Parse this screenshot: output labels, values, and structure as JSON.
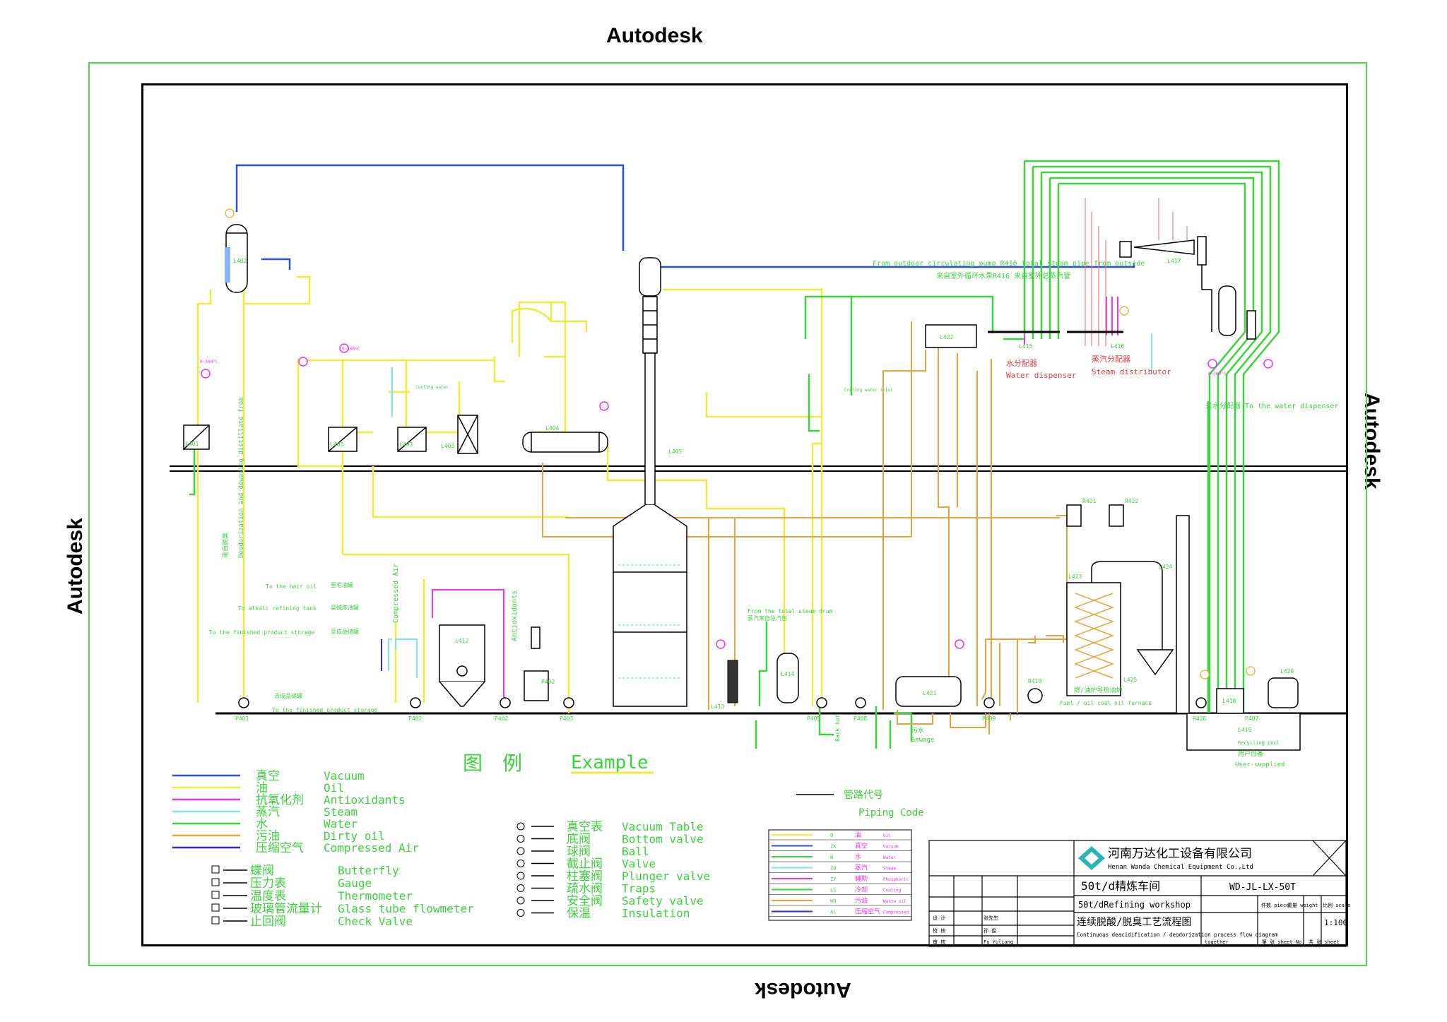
{
  "watermark": "Autodesk",
  "legend": {
    "title_cn": "图　例",
    "title_en": "Example",
    "lines": [
      {
        "cn": "真空",
        "en": "Vacuum",
        "color": "#2952d6"
      },
      {
        "cn": "油",
        "en": "Oil",
        "color": "#f0ea3a"
      },
      {
        "cn": "抗氧化剂",
        "en": "Antioxidants",
        "color": "#f032f0"
      },
      {
        "cn": "蒸汽",
        "en": "Steam",
        "color": "#7ee0f0"
      },
      {
        "cn": "水",
        "en": "Water",
        "color": "#3cd23c"
      },
      {
        "cn": "污油",
        "en": "Dirty oil",
        "color": "#e8a23c"
      },
      {
        "cn": "压缩空气",
        "en": "Compressed Air",
        "color": "#2a2ad8"
      }
    ],
    "symbols_left": [
      {
        "cn": "蝶阀",
        "en": "Butterfly"
      },
      {
        "cn": "压力表",
        "en": "Gauge"
      },
      {
        "cn": "温度表",
        "en": "Thermometer"
      },
      {
        "cn": "玻璃管流量计",
        "en": "Glass tube flowmeter"
      },
      {
        "cn": "止回阀",
        "en": "Check Valve"
      }
    ],
    "symbols_right": [
      {
        "cn": "真空表",
        "en": "Vacuum Table"
      },
      {
        "cn": "底阀",
        "en": "Bottom valve"
      },
      {
        "cn": "球阀",
        "en": "Ball"
      },
      {
        "cn": "截止阀",
        "en": "Valve"
      },
      {
        "cn": "柱塞阀",
        "en": "Plunger valve"
      },
      {
        "cn": "疏水阀",
        "en": "Traps"
      },
      {
        "cn": "安全阀",
        "en": "Safety valve"
      },
      {
        "cn": "保温",
        "en": "Insulation"
      }
    ]
  },
  "piping_code": {
    "title_cn": "管路代号",
    "title_en": "Piping Code",
    "rows": [
      {
        "code": "O",
        "cn": "油",
        "en": "Oil",
        "color": "#f0ea3a"
      },
      {
        "code": "ZK",
        "cn": "真空",
        "en": "Vacuum",
        "color": "#2952d6"
      },
      {
        "code": "W",
        "cn": "水",
        "en": "Water",
        "color": "#3cd23c"
      },
      {
        "code": "ZQ",
        "cn": "蒸汽",
        "en": "Steam",
        "color": "#7ee0f0"
      },
      {
        "code": "ZY",
        "cn": "辅助",
        "en": "Phosphoric",
        "color": "#f032f0"
      },
      {
        "code": "LS",
        "cn": "冷却",
        "en": "Cooling",
        "color": "#3cd23c"
      },
      {
        "code": "WO",
        "cn": "污油",
        "en": "Waste oil",
        "color": "#e8a23c"
      },
      {
        "code": "AC",
        "cn": "压缩空气",
        "en": "Compressed",
        "color": "#2a2ad8"
      }
    ]
  },
  "title_block": {
    "company_cn": "河南万达化工设备有限公司",
    "company_en": "Henan Wanda Chemical Equipment Co.,Ltd",
    "workshop_cn": "50t/d精炼车间",
    "workshop_en": "50t/dRefining workshop",
    "drawing_title_cn": "连续脱酸/脱臭工艺流程图",
    "drawing_title_en": "Continuous deacidification / deodorization process flow diagram",
    "drawing_no": "WD-JL-LX-50T",
    "scale": "1:100",
    "label_design": "设 计",
    "label_check": "校 核",
    "label_audit": "审 核",
    "signer_1": "张先生",
    "signer_2": "孙 俊",
    "signer_3": "Fu Yuliang",
    "label_piece": "件数 piece",
    "label_weight": "重量 weight",
    "label_scale": "比例 scale",
    "label_sheet": "第 张 sheet No.",
    "label_total": "共 张 sheet",
    "label_together": "together"
  },
  "equipment": {
    "L402": "L402",
    "L401": "L401",
    "L404": "L404",
    "L405": "L405",
    "L403": "L403",
    "L403b": "L403",
    "L412": "L412",
    "L413": "L413",
    "L414": "L414",
    "L415": "L415",
    "L416": "L416",
    "L417": "L417",
    "L418": "L418",
    "L419": "L419",
    "L420": "L420",
    "L421": "L421",
    "L422": "L422",
    "L423": "L423",
    "L424": "L424",
    "L425": "L425",
    "R421": "R421",
    "R422": "R422",
    "R419": "R419",
    "R426": "R426",
    "P401": "P401",
    "P402": "P402",
    "P402b": "P402",
    "P403": "P403",
    "P405": "P405",
    "P408": "P408",
    "P409": "P409",
    "P407": "P407",
    "P402c": "P402"
  },
  "annotations": {
    "outdoor_pump_en": "From outdoor circulating pump R416 total steam pipe from outside",
    "outdoor_pump_cn": "来自室外循环水泵R416  来自室外总蒸汽管",
    "water_disp_cn": "水分配器",
    "water_disp_en": "Water dispenser",
    "steam_dist_cn": "蒸汽分配器",
    "steam_dist_en": "Steam distributor",
    "to_water_disp": "去水分配器 To the water dispenser",
    "total_steam_drum_en": "From the total steam drum",
    "total_steam_drum_cn": "蒸汽来自总汽包",
    "fuel_oil_furnace": "燃/油炉导热油炉",
    "fuel_oil_furnace_en": "Fuel / oil coal oil furnace",
    "user_supplied_cn": "用户自备",
    "user_supplied_en": "User-supplied",
    "recycling_pool": "Recycling pool",
    "to_hair_oil": "To the hair oil",
    "to_alkali": "To alkali refining tank",
    "to_finished_storage": "To the finished product storage",
    "to_finished_storage_b": "To the finished product storage",
    "hair_oil_cn": "至毛油罐",
    "alkali_cn": "至碱炼油罐",
    "finished_cn": "至成品储罐",
    "finished_cn_b": "去成品储罐",
    "compressed_air": "Compressed Air",
    "antioxidants": "Antioxidants",
    "deodor_distillate": "Deodorization and dewaxing distillate from",
    "deodor_cn": "来自脱臭",
    "sewage": "Sewage",
    "sewage_cn": "污水",
    "back_hot": "Back hot",
    "cooling_water": "Cooling water",
    "cooling_water_2": "Cooling water inlet",
    "temp_1": "0~300°C",
    "temp_2": "0~300°C",
    "temp_3": "0~300°C"
  }
}
